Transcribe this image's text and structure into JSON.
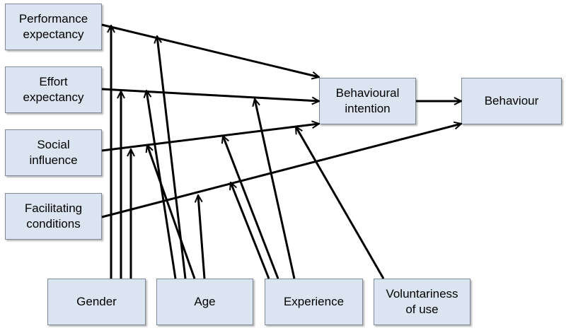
{
  "nodes": {
    "performance_expectancy": "Performance\nexpectancy",
    "effort_expectancy": "Effort\nexpectancy",
    "social_influence": "Social\ninfluence",
    "facilitating_conditions": "Facilitating\nconditions",
    "behavioural_intention": "Behavioural\nintention",
    "behaviour": "Behaviour",
    "gender": "Gender",
    "age": "Age",
    "experience": "Experience",
    "voluntariness_of_use": "Voluntariness\nof use"
  },
  "edges": [
    {
      "from": "performance_expectancy",
      "to": "behavioural_intention"
    },
    {
      "from": "effort_expectancy",
      "to": "behavioural_intention"
    },
    {
      "from": "social_influence",
      "to": "behavioural_intention"
    },
    {
      "from": "facilitating_conditions",
      "to": "behaviour"
    },
    {
      "from": "behavioural_intention",
      "to": "behaviour"
    },
    {
      "from": "gender",
      "to": "performance_expectancy -> behavioural_intention"
    },
    {
      "from": "gender",
      "to": "effort_expectancy -> behavioural_intention"
    },
    {
      "from": "gender",
      "to": "social_influence -> behavioural_intention"
    },
    {
      "from": "age",
      "to": "performance_expectancy -> behavioural_intention"
    },
    {
      "from": "age",
      "to": "effort_expectancy -> behavioural_intention"
    },
    {
      "from": "age",
      "to": "social_influence -> behavioural_intention"
    },
    {
      "from": "age",
      "to": "facilitating_conditions -> behaviour"
    },
    {
      "from": "experience",
      "to": "effort_expectancy -> behavioural_intention"
    },
    {
      "from": "experience",
      "to": "social_influence -> behavioural_intention"
    },
    {
      "from": "experience",
      "to": "facilitating_conditions -> behaviour"
    },
    {
      "from": "voluntariness_of_use",
      "to": "social_influence -> behavioural_intention"
    }
  ],
  "colors": {
    "box_fill": "#dbe5f1",
    "box_border": "#7f8a96",
    "line": "#000000"
  }
}
